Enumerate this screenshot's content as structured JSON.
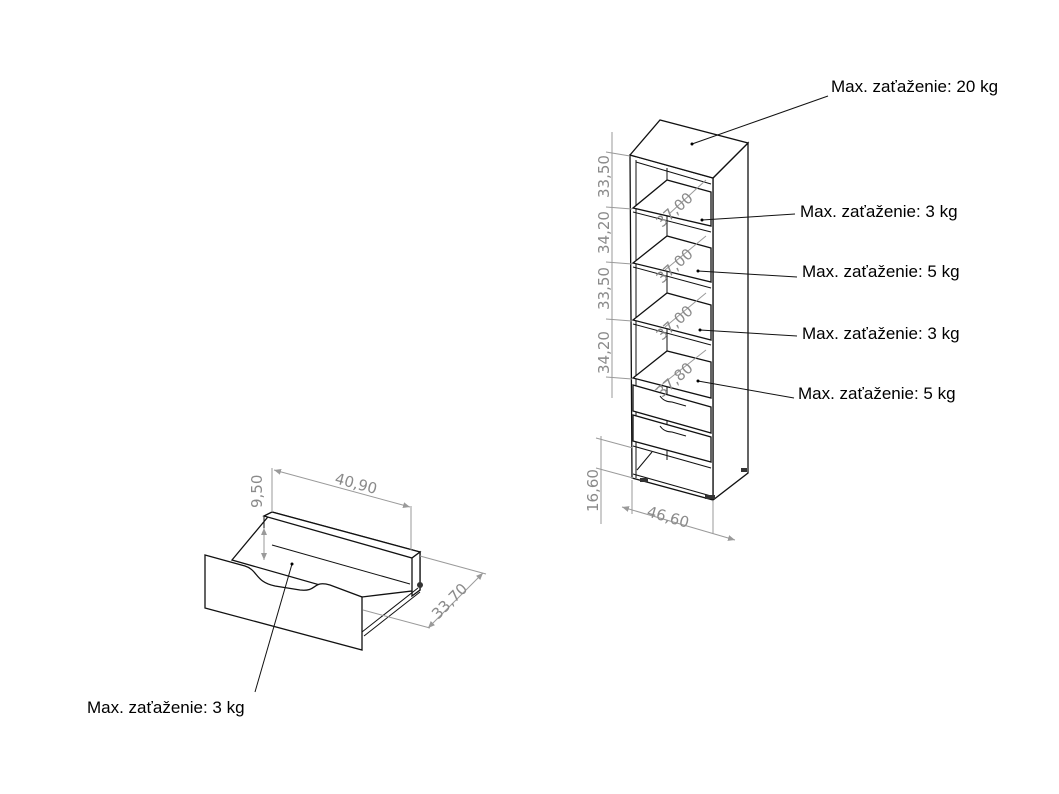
{
  "labels": {
    "top": "Max. zaťaženie: 20 kg",
    "shelf1": "Max. zaťaženie: 3 kg",
    "shelf2": "Max. zaťaženie: 5 kg",
    "shelf3": "Max. zaťaženie: 3 kg",
    "shelf4": "Max. zaťaženie: 5 kg",
    "drawer": "Max. zaťaženie: 3 kg"
  },
  "shelf_dimensions": {
    "heights": [
      "33,50",
      "34,20",
      "33,50",
      "34,20"
    ],
    "depths": [
      "37,00",
      "37,00",
      "37,00",
      "37,80"
    ],
    "plinth_height": "16,60",
    "width": "46,60"
  },
  "drawer_dimensions": {
    "width": "40,90",
    "height": "9,50",
    "depth": "33,70"
  }
}
